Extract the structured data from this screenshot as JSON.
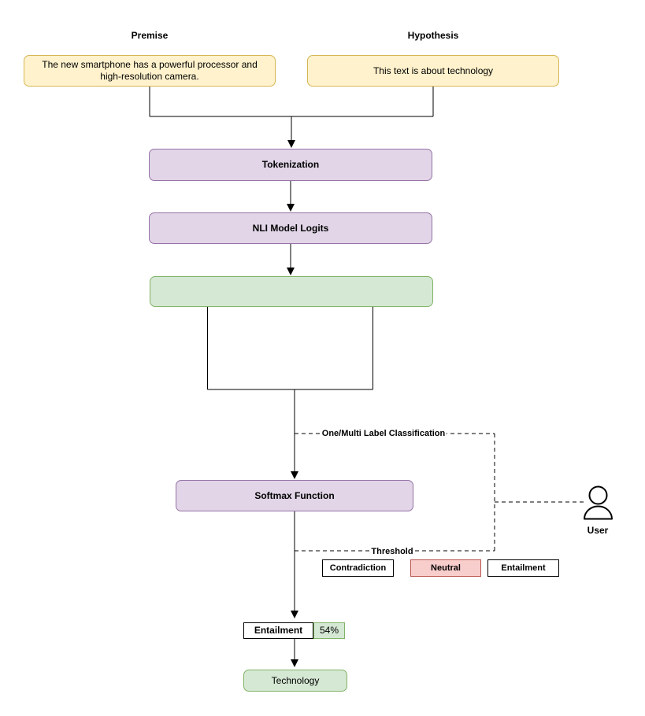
{
  "diagram": {
    "premise": {
      "title": "Premise",
      "text": "The new smartphone has a powerful processor and high-resolution camera."
    },
    "hypothesis": {
      "title": "Hypothesis",
      "text": "This text is about technology"
    },
    "tokenization_label": "Tokenization",
    "nli_logits_label": "NLI Model Logits",
    "softmax_label": "Softmax Function",
    "logits": [
      {
        "label": "Contradiction"
      },
      {
        "label": "Neutral"
      },
      {
        "label": "Entailment"
      }
    ],
    "edge_labels": {
      "one_multi": "One/Multi Label Classification",
      "threshold": "Threshold"
    },
    "user_label": "User",
    "result": {
      "label": "Entailment",
      "score": "54%"
    },
    "technology_label": "Technology",
    "colors": {
      "yellow_fill": "#FFF2CC",
      "yellow_border": "#D6B656",
      "purple_fill": "#E1D5E7",
      "purple_border": "#9673A6",
      "green_fill": "#D5E8D4",
      "green_border": "#82B366",
      "pink_fill": "#F8CECC",
      "pink_border": "#B85450",
      "line_color": "#000000"
    }
  }
}
